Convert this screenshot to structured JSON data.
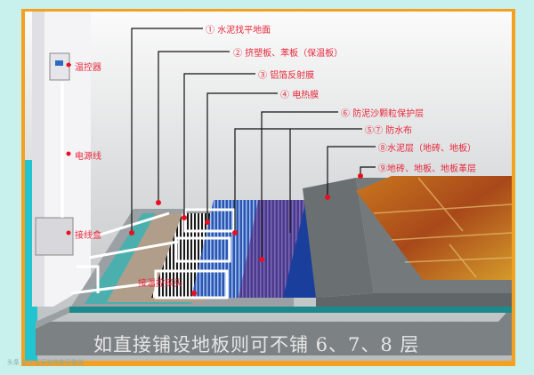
{
  "layers": [
    {
      "num": "①",
      "text": "水泥找平地面"
    },
    {
      "num": "②",
      "text": "挤塑板、苯板（保温板）"
    },
    {
      "num": "③",
      "text": "铝箔反射膜"
    },
    {
      "num": "④",
      "text": "电热膜"
    },
    {
      "num": "⑥",
      "text": "防泥沙颗粒保护层"
    },
    {
      "num": "⑤⑦",
      "text": "防水布"
    },
    {
      "num": "⑧",
      "text": "水泥层（地砖、地板）"
    },
    {
      "num": "⑨",
      "text": "地砖、地板、地板革层"
    }
  ],
  "components": {
    "thermostat": "温控器",
    "power_cable": "电源线",
    "junction_box": "接线盒",
    "probe": "接温控探头"
  },
  "caption": "如直接铺设地板则可不铺 6、7、8 层",
  "watermark": "头条 @生活家装饰数智整装",
  "colors": {
    "label": "#e8283c",
    "frame": "#f5a01e",
    "background": "#c8f0ec"
  }
}
